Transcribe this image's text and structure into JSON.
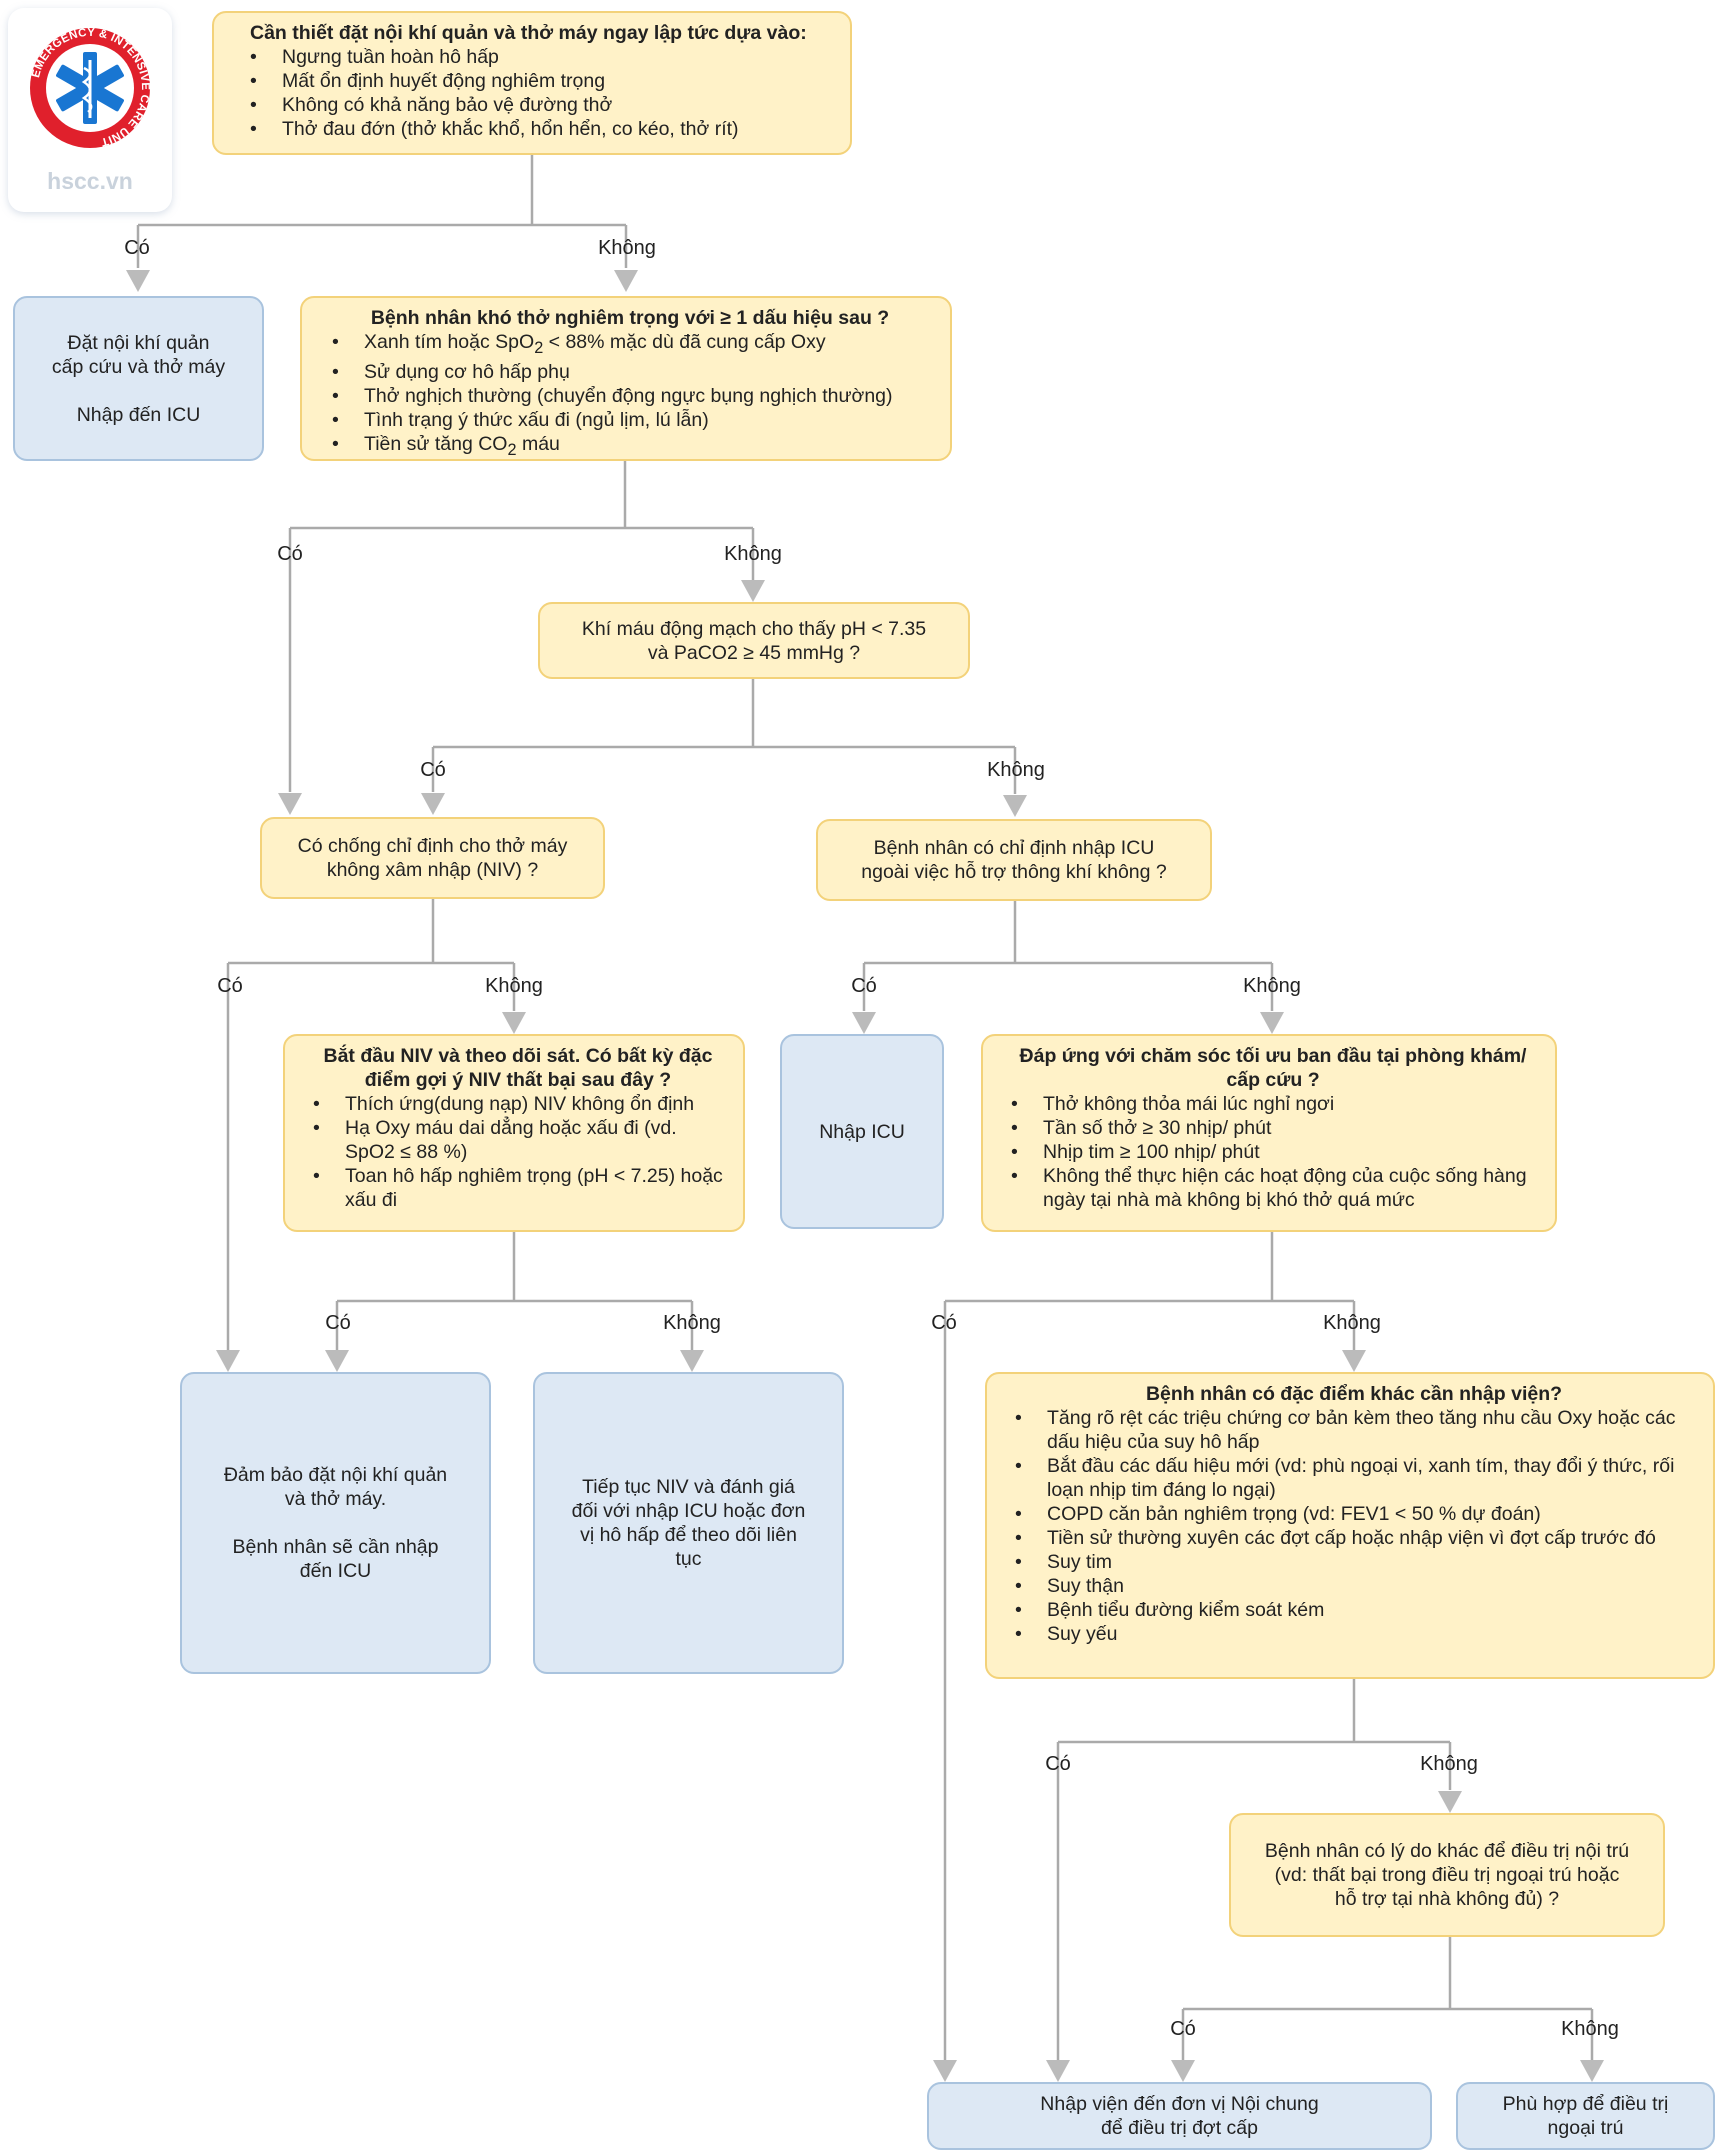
{
  "logo": {
    "site": "hscc.vn",
    "ring_text": "EMERGENCY & INTENSIVE CARE UNIT",
    "icon": "star-of-life-icon",
    "ring_color": "#e0202c",
    "star_color": "#1976d2"
  },
  "edges": {
    "yes": "Có",
    "no": "Không"
  },
  "nodes": {
    "n1": {
      "title": "Cần thiết đặt nội khí quản và thở máy ngay lập tức dựa vào:",
      "items": [
        "Ngưng tuần hoàn hô hấp",
        "Mất ổn định huyết động nghiêm trọng",
        "Không có khả năng bảo vệ đường thở",
        "Thở đau đớn (thở khắc khổ, hổn hển, co kéo, thở rít)"
      ]
    },
    "n2": {
      "line1": "Đặt nội khí quản",
      "line2": "cấp cứu và thở máy",
      "line3": "Nhập đến ICU"
    },
    "n3": {
      "title": "Bệnh nhân khó thở nghiêm trọng với ≥ 1 dấu hiệu sau ?",
      "item1_pre": "Xanh tím hoặc SpO",
      "item1_sub": "2",
      "item1_post": " < 88% mặc dù đã cung cấp Oxy",
      "item2": "Sử dụng cơ hô hấp phụ",
      "item3": "Thở nghịch thường (chuyển động ngực bụng nghịch thường)",
      "item4": "Tình trạng ý thức xấu đi (ngủ lịm, lú lẫn)",
      "item5_pre": "Tiền sử tăng CO",
      "item5_sub": "2",
      "item5_post": " máu"
    },
    "n4": {
      "line1": "Khí máu động mạch cho thấy pH < 7.35",
      "line2": "và PaCO2 ≥ 45 mmHg ?"
    },
    "n5": {
      "line1": "Có chống chỉ định cho thở máy",
      "line2": "không xâm nhập (NIV) ?"
    },
    "n6": {
      "line1": "Bệnh nhân có chỉ định nhập ICU",
      "line2": "ngoài việc hỗ trợ thông khí không ?"
    },
    "n7": {
      "title": "Bắt đầu NIV và theo dõi sát. Có bất kỳ đặc điểm gợi ý NIV thất bại sau đây ?",
      "items": [
        "Thích ứng(dung nạp) NIV không ổn định",
        "Hạ Oxy máu dai dẳng hoặc xấu đi (vd. SpO2 ≤ 88 %)",
        "Toan hô hấp nghiêm trọng (pH < 7.25) hoặc xấu đi"
      ]
    },
    "n8": {
      "text": "Nhập ICU"
    },
    "n9": {
      "title": "Đáp ứng với chăm sóc tối ưu ban đầu tại phòng khám/ cấp cứu ?",
      "items": [
        "Thở không thỏa mái lúc nghỉ ngơi",
        "Tần số thở ≥ 30 nhịp/ phút",
        "Nhịp tim ≥ 100 nhịp/ phút",
        "Không thể thực hiện các hoạt động của cuộc sống hàng ngày tại nhà mà không bị khó thở quá mức"
      ]
    },
    "n10": {
      "line1": "Đảm bảo đặt nội khí quản",
      "line2": "và thở máy.",
      "line3": "Bệnh nhân sẽ cần nhập",
      "line4": "đến ICU"
    },
    "n11": {
      "line1": "Tiếp tục NIV và đánh giá",
      "line2": "đối với nhập ICU hoặc đơn",
      "line3": "vị hô hấp để theo dõi liên",
      "line4": "tục"
    },
    "n12": {
      "title": "Bệnh nhân có đặc điểm khác cần nhập viện?",
      "items": [
        "Tăng rõ rệt các triệu chứng cơ bản kèm theo tăng nhu cầu Oxy hoặc các dấu hiệu của suy hô hấp",
        "Bắt đầu các dấu hiệu mới (vd: phù ngoại vi, xanh tím, thay đổi ý thức, rối loạn nhịp tim đáng lo ngại)",
        "COPD căn bản nghiêm trọng (vd: FEV1 < 50 % dự đoán)",
        "Tiền sử thường xuyên các đợt cấp hoặc nhập viện vì đợt cấp trước đó",
        "Suy tim",
        "Suy thận",
        "Bệnh tiểu đường kiểm soát kém",
        "Suy yếu"
      ]
    },
    "n13": {
      "line1": "Bệnh nhân có lý do khác để điều trị nội trú",
      "line2": "(vd: thất bại trong điều trị ngoại trú hoặc",
      "line3": "hỗ trợ tại nhà không đủ) ?"
    },
    "n14": {
      "line1": "Nhập viện đến đơn vị Nội chung",
      "line2": "để điều trị đợt cấp"
    },
    "n15": {
      "line1": "Phù hợp để điều trị",
      "line2": "ngoại trú"
    }
  },
  "colors": {
    "decision_fill": "#fff2c8",
    "decision_border": "#f3d27a",
    "outcome_fill": "#dde8f4",
    "outcome_border": "#a9c3de",
    "connector": "#aaaaaa"
  }
}
